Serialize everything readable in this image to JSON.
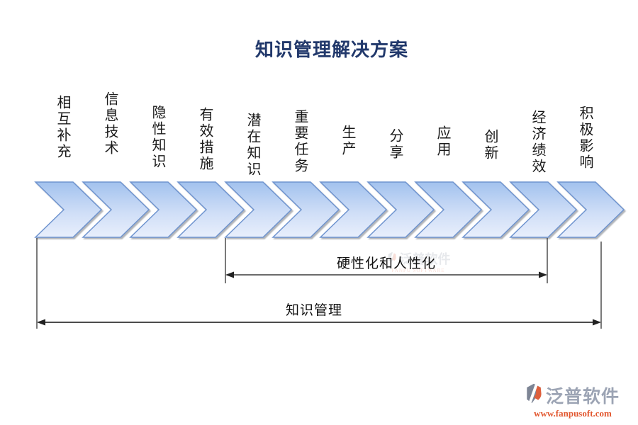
{
  "title": "知识管理解决方案",
  "steps": [
    {
      "text": "相互补充"
    },
    {
      "text": "信息技术"
    },
    {
      "text": "隐性知识"
    },
    {
      "text": "有效措施"
    },
    {
      "text": "潜在知识"
    },
    {
      "text": "重要任务"
    },
    {
      "text": "生产"
    },
    {
      "text": "分享"
    },
    {
      "text": "应用"
    },
    {
      "text": "创新"
    },
    {
      "text": "经济绩效"
    },
    {
      "text": "积极影响"
    }
  ],
  "brackets": {
    "inner": {
      "label": "硬性化和人性化"
    },
    "outer": {
      "label": "知识管理"
    }
  },
  "watermark": {
    "name": "泛普软件",
    "subtext": "FANPU SOFTWARE"
  },
  "logo": {
    "name": "泛普软件",
    "url": "www.fanpusoft.com"
  },
  "colors": {
    "title_text": "#21386b",
    "chevron_top": "#a2c2ee",
    "chevron_bottom": "#e9effc",
    "chevron_border": "#6f94cf",
    "label_text": "#1a1a1a",
    "logo_gray": "#9ca4b4",
    "logo_orange": "#e2572f"
  }
}
